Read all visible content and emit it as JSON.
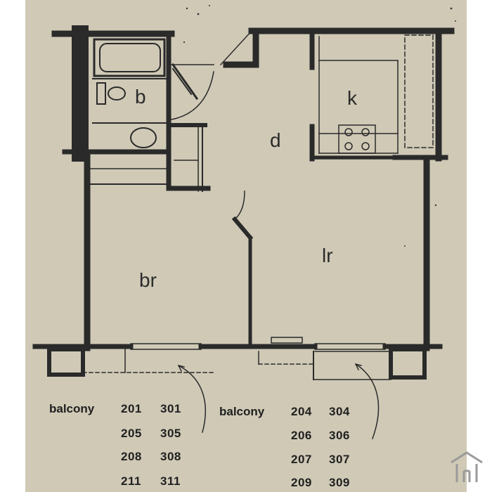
{
  "rooms": {
    "bath": "b",
    "kitchen": "k",
    "dining": "d",
    "bedroom": "br",
    "living": "lr"
  },
  "legend_left": {
    "label": "balcony",
    "rows": [
      [
        "201",
        "301"
      ],
      [
        "205",
        "305"
      ],
      [
        "208",
        "308"
      ],
      [
        "211",
        "311"
      ]
    ]
  },
  "legend_right": {
    "label": "balcony",
    "rows": [
      [
        "204",
        "304"
      ],
      [
        "206",
        "306"
      ],
      [
        "207",
        "307"
      ],
      [
        "209",
        "309"
      ]
    ]
  },
  "colors": {
    "paper": "#cfc9b6",
    "ink": "#2a2a2a",
    "page": "#ffffff"
  },
  "logo_icon": "house-outline-icon"
}
